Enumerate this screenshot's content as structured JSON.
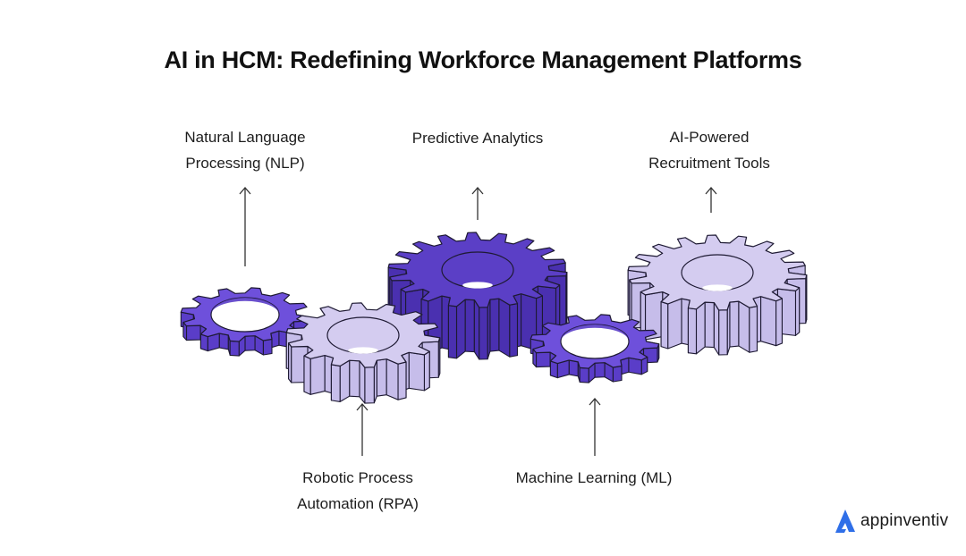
{
  "title": "AI in HCM: Redefining Workforce Management Platforms",
  "colors": {
    "dark_purple": "#5b3fc6",
    "dark_purple_side": "#4a30b0",
    "mid_purple": "#6e50db",
    "mid_purple_side": "#5a3dc8",
    "light_lavender": "#d4ccf0",
    "light_lavender_side": "#c6bdea",
    "outline": "#1e1a33",
    "arrow": "#333333",
    "logo_blue": "#2f6fe8"
  },
  "components": [
    {
      "id": "nlp",
      "label_lines": [
        "Natural Language",
        "Processing (NLP)"
      ],
      "label_position": "top",
      "gear_color": "mid_purple"
    },
    {
      "id": "rpa",
      "label_lines": [
        "Robotic Process",
        "Automation (RPA)"
      ],
      "label_position": "bottom",
      "gear_color": "light_lavender"
    },
    {
      "id": "predictive",
      "label_lines": [
        "Predictive Analytics"
      ],
      "label_position": "top",
      "gear_color": "dark_purple"
    },
    {
      "id": "ml",
      "label_lines": [
        "Machine Learning (ML)"
      ],
      "label_position": "bottom",
      "gear_color": "mid_purple"
    },
    {
      "id": "recruitment",
      "label_lines": [
        "AI-Powered",
        "Recruitment Tools"
      ],
      "label_position": "top",
      "gear_color": "light_lavender"
    }
  ],
  "logo": {
    "text": "appinventiv",
    "icon": "appinventiv-logo-icon"
  }
}
